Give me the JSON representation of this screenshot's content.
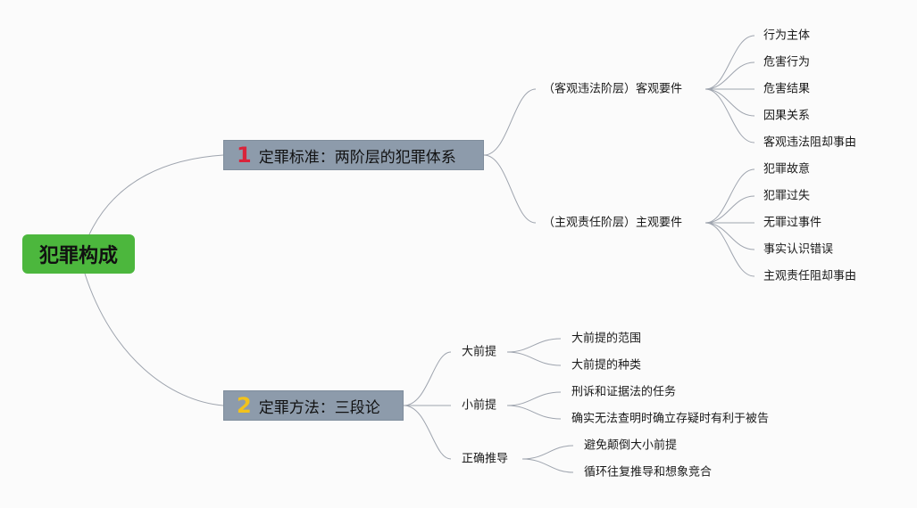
{
  "root": {
    "label": "犯罪构成"
  },
  "branch1": {
    "number": "1",
    "label": "定罪标准：两阶层的犯罪体系",
    "children": [
      {
        "label": "（客观违法阶层）客观要件",
        "items": [
          "行为主体",
          "危害行为",
          "危害结果",
          "因果关系",
          "客观违法阻却事由"
        ]
      },
      {
        "label": "（主观责任阶层）主观要件",
        "items": [
          "犯罪故意",
          "犯罪过失",
          "无罪过事件",
          "事实认识错误",
          "主观责任阻却事由"
        ]
      }
    ]
  },
  "branch2": {
    "number": "2",
    "label": "定罪方法：三段论",
    "children": [
      {
        "label": "大前提",
        "items": [
          "大前提的范围",
          "大前提的种类"
        ]
      },
      {
        "label": "小前提",
        "items": [
          "刑诉和证据法的任务",
          "确实无法查明时确立存疑时有利于被告"
        ]
      },
      {
        "label": "正确推导",
        "items": [
          "避免颠倒大小前提",
          "循环往复推导和想象竞合"
        ]
      }
    ]
  }
}
